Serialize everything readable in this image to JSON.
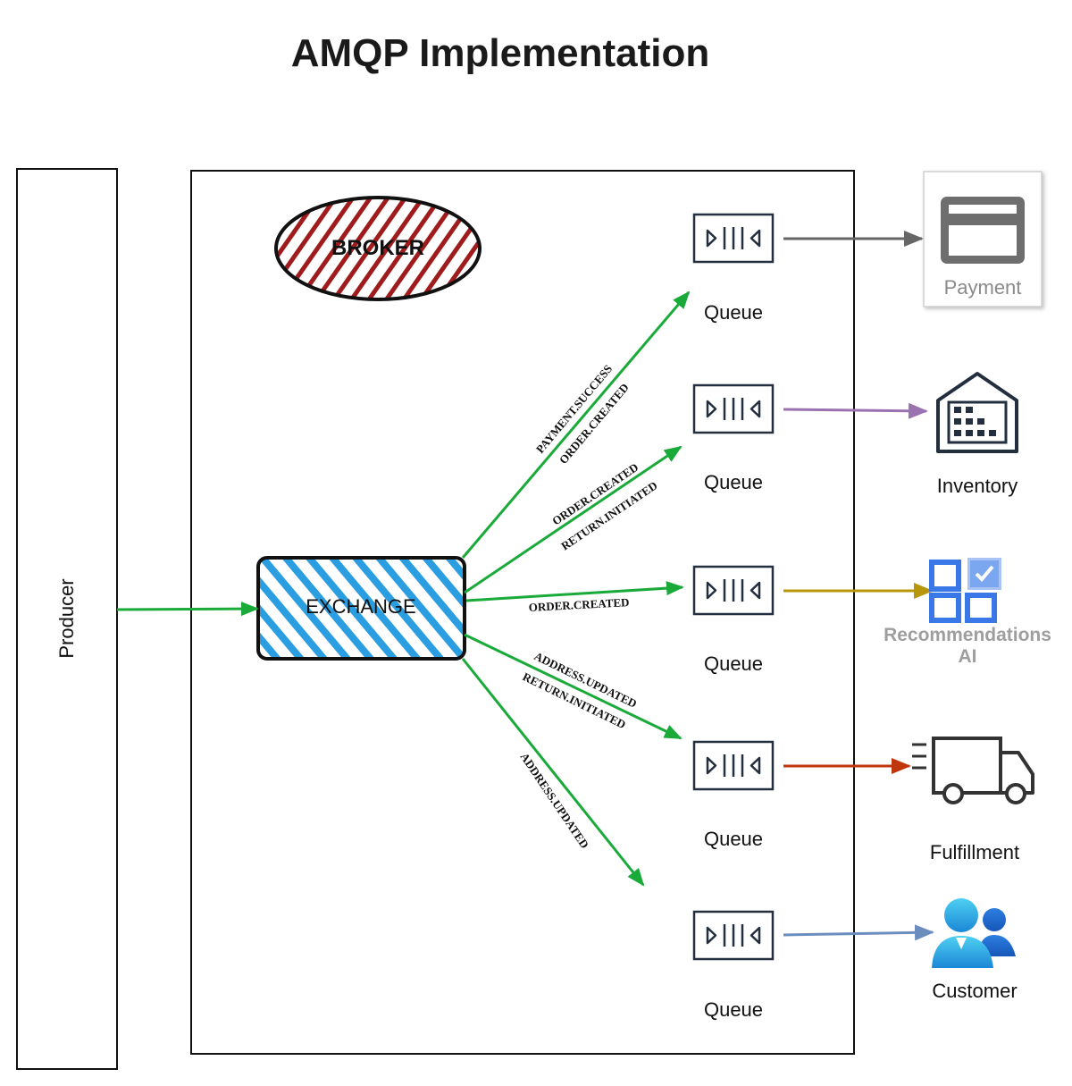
{
  "title": "AMQP Implementation",
  "producer": {
    "label": "Producer"
  },
  "broker": {
    "label": "BROKER"
  },
  "exchange": {
    "label": "EXCHANGE"
  },
  "queues": [
    {
      "label": "Queue"
    },
    {
      "label": "Queue"
    },
    {
      "label": "Queue"
    },
    {
      "label": "Queue"
    },
    {
      "label": "Queue"
    }
  ],
  "routing_keys": {
    "q1": [
      "PAYMENT.SUCCESS",
      "ORDER.CREATED"
    ],
    "q2": [
      "ORDER.CREATED",
      "RETURN.INITIATED"
    ],
    "q3": [
      "ORDER.CREATED"
    ],
    "q4": [
      "ADDRESS.UPDATED",
      "RETURN.INITIATED"
    ],
    "q5": [
      "ADDRESS.UPDATED"
    ]
  },
  "services": {
    "payment": {
      "label": "Payment",
      "icon": "credit-card-icon",
      "arrow_color": "#666666"
    },
    "inventory": {
      "label": "Inventory",
      "icon": "warehouse-icon",
      "arrow_color": "#9b72b0"
    },
    "recommendations": {
      "label_line1": "Recommendations",
      "label_line2": "AI",
      "icon": "ai-grid-icon",
      "arrow_color": "#b8960b"
    },
    "fulfillment": {
      "label": "Fulfillment",
      "icon": "truck-icon",
      "arrow_color": "#c0360c"
    },
    "customer": {
      "label": "Customer",
      "icon": "users-icon",
      "arrow_color": "#6c8ebf"
    }
  },
  "colors": {
    "route_arrow": "#1aaa3a",
    "broker_hatch": "#a01c1c",
    "exchange_hatch": "#2a9ee0"
  }
}
